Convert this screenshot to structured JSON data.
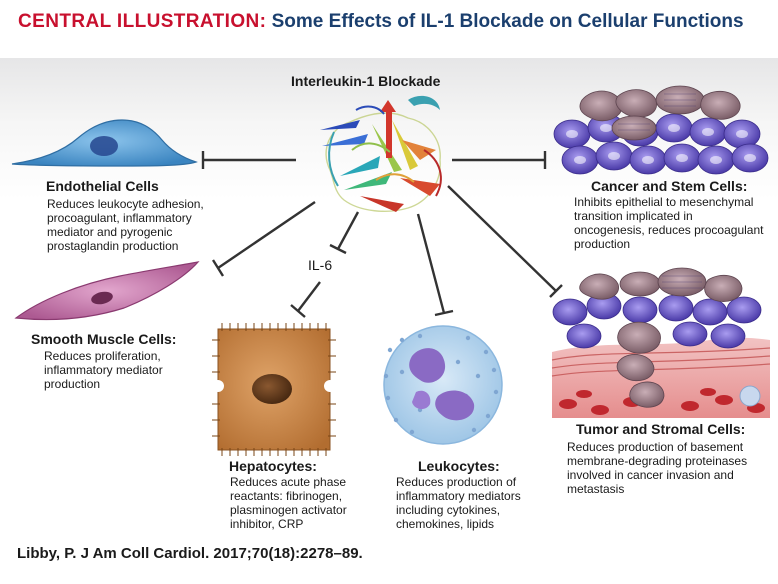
{
  "header": {
    "label": "CENTRAL ILLUSTRATION:",
    "title": "Some Effects of IL-1 Blockade on Cellular Functions"
  },
  "center": {
    "title": "Interleukin-1 Blockade"
  },
  "mediator": {
    "label": "IL-6"
  },
  "targets": {
    "endothelial": {
      "title": "Endothelial Cells",
      "lines": [
        "Reduces leukocyte adhesion,",
        "procoagulant, inflammatory",
        "mediator and pyrogenic",
        "prostaglandin production"
      ]
    },
    "smooth_muscle": {
      "title": "Smooth Muscle Cells:",
      "lines": [
        "Reduces proliferation,",
        "inflammatory mediator",
        "production"
      ]
    },
    "hepatocytes": {
      "title": "Hepatocytes:",
      "lines": [
        "Reduces acute phase",
        "reactants: fibrinogen,",
        "plasminogen activator",
        "inhibitor, CRP"
      ]
    },
    "leukocytes": {
      "title": "Leukocytes:",
      "lines": [
        "Reduces production of",
        "inflammatory mediators",
        "including cytokines,",
        "chemokines, lipids"
      ]
    },
    "cancer_stem": {
      "title": "Cancer and Stem Cells:",
      "lines": [
        "Inhibits epithelial to mesenchymal",
        "transition implicated in",
        "oncogenesis, reduces procoagulant",
        "production"
      ]
    },
    "tumor_stromal": {
      "title": "Tumor and Stromal Cells:",
      "lines": [
        "Reduces production of basement",
        "membrane-degrading proteinases",
        "involved in cancer invasion and",
        "metastasis"
      ]
    }
  },
  "citation": "Libby, P. J Am Coll Cardiol. 2017;70(18):2278–89.",
  "colors": {
    "header_label": "#c8102e",
    "header_title": "#1b3f6e",
    "endothelial": "#4a90c8",
    "smooth_muscle": "#b0568e",
    "hepatocyte": "#c0793c",
    "leukocyte": "#b3d4ee",
    "cancer_cell": "#5c4cc2",
    "stroma": "#9a7a85",
    "inhibitor_line": "#333333"
  }
}
